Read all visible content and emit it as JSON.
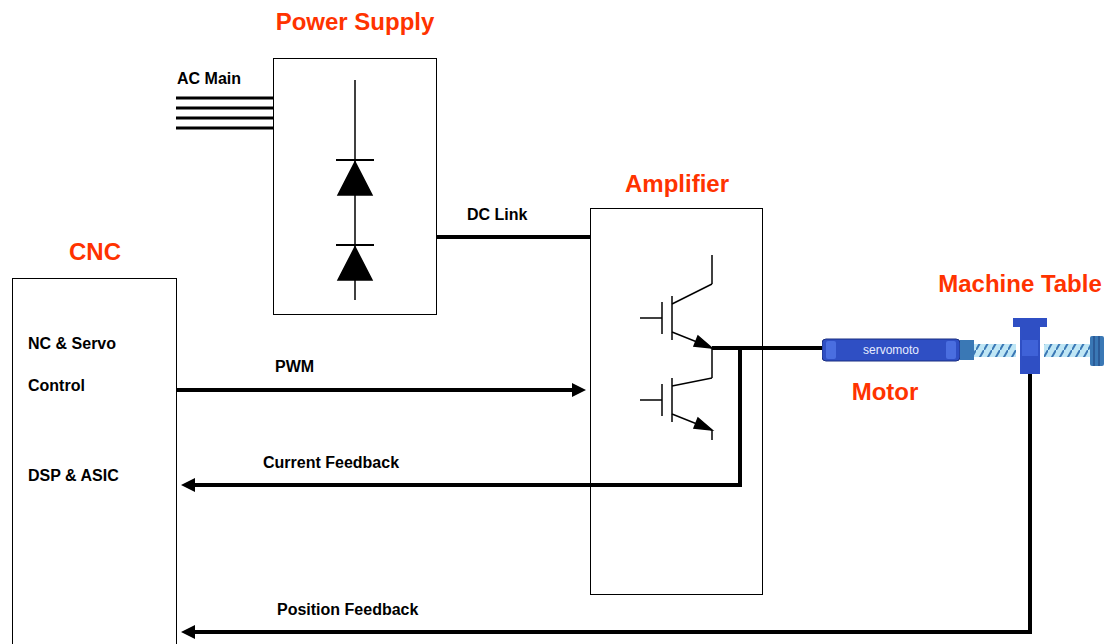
{
  "diagram": {
    "nodes": [
      {
        "text": [
          "Power Supply"
        ]
      },
      {
        "text": [
          "Amplifier"
        ]
      },
      {
        "text": [
          "CNC",
          "NC & Servo Control",
          "DSP & ASIC"
        ]
      },
      {
        "text": [
          "servomoto",
          "Motor"
        ]
      },
      {
        "text": [
          "Machine Table"
        ]
      }
    ],
    "edges": [
      {
        "from": 0,
        "to": 1,
        "arrow": "none",
        "label": "DC Link"
      },
      {
        "from": 2,
        "to": 1,
        "arrow": "to",
        "label": "PWM"
      },
      {
        "from": 1,
        "to": 2,
        "arrow": "to",
        "label": "Current Feedback"
      },
      {
        "from": 1,
        "to": 3,
        "arrow": "none"
      },
      {
        "from": 4,
        "to": 2,
        "arrow": "to",
        "label": "Position Feedback"
      }
    ],
    "labels": [
      "AC Main"
    ]
  }
}
